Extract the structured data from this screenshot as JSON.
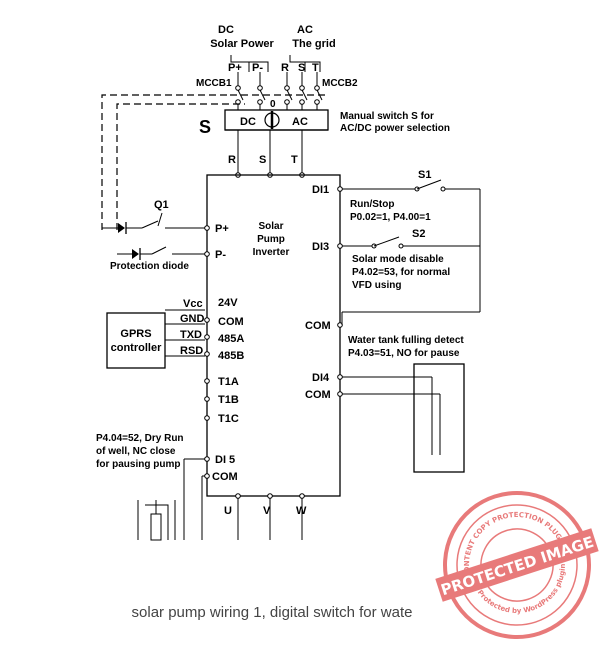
{
  "supply": {
    "dc_title": "DC",
    "dc_sub": "Solar Power",
    "ac_title": "AC",
    "ac_sub": "The grid",
    "dc_terminals": [
      "P+",
      "P-"
    ],
    "ac_terminals": [
      "R",
      "S",
      "T"
    ],
    "mccb1": "MCCB1",
    "mccb2": "MCCB2",
    "switch_zero": "0"
  },
  "selector": {
    "label": "S",
    "dc": "DC",
    "ac": "AC",
    "note_line1": "Manual switch S for",
    "note_line2": "AC/DC power selection"
  },
  "inverter": {
    "top_terminals": [
      "R",
      "S",
      "T"
    ],
    "title_lines": [
      "Solar",
      "Pump",
      "Inverter"
    ],
    "left_terminals": [
      "P+",
      "P-",
      "24V",
      "COM",
      "485A",
      "485B",
      "T1A",
      "T1B",
      "T1C",
      "DI 5",
      "COM"
    ],
    "right_terminals": [
      "DI1",
      "DI3",
      "COM",
      "DI4",
      "COM"
    ],
    "bottom_terminals": [
      "U",
      "V",
      "W"
    ]
  },
  "q1": {
    "label": "Q1",
    "diode_note": "Protection diode"
  },
  "gprs": {
    "title_lines": [
      "GPRS",
      "controller"
    ],
    "pins": [
      "Vcc",
      "GND",
      "TXD",
      "RSD"
    ]
  },
  "s1": {
    "label": "S1",
    "note_line1": "Run/Stop",
    "note_line2": "P0.02=1, P4.00=1"
  },
  "s2": {
    "label": "S2",
    "note_line1": "Solar mode disable",
    "note_line2": "P4.02=53, for normal",
    "note_line3": "VFD using"
  },
  "tank": {
    "note_line1": "Water tank fulling detect",
    "note_line2": "P4.03=51, NO for pause"
  },
  "well": {
    "note_line1": "P4.04=52, Dry Run",
    "note_line2": "of well, NC close",
    "note_line3": "for pausing pump"
  },
  "caption": "solar pump wiring 1, digital switch for wate",
  "stamp": {
    "main": "PROTECTED IMAGE",
    "ring_top": "CONTENT COPY PROTECTION PLUGIN",
    "ring_bottom": "Protected by WordPress plugin"
  },
  "colors": {
    "line": "#000000",
    "stamp": "#e35a5a",
    "caption": "#444444"
  }
}
